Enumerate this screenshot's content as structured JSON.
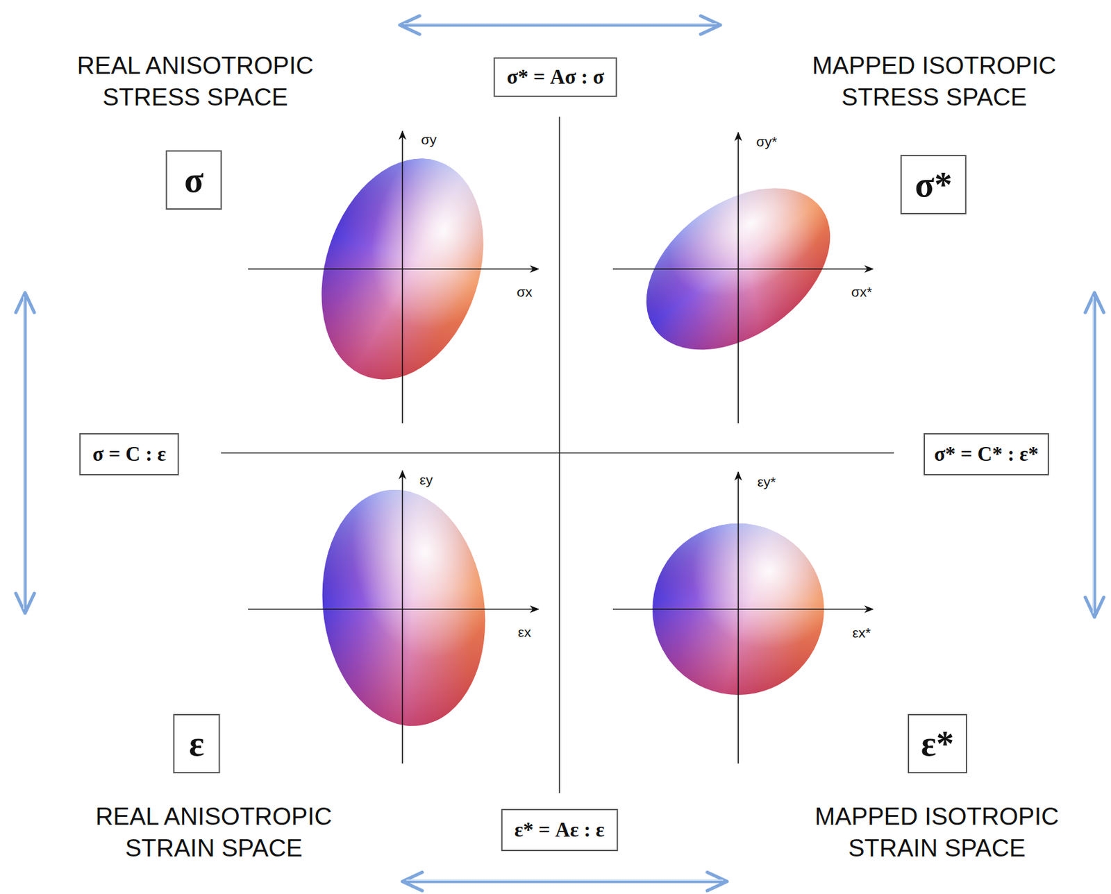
{
  "diagram": {
    "nodes": [
      {
        "text": [
          "σ* = Aσ : σ"
        ]
      },
      {
        "text": [
          "σ"
        ]
      },
      {
        "text": [
          "σ*"
        ]
      },
      {
        "text": [
          "σ = C : ε"
        ]
      },
      {
        "text": [
          "σ* = C* : ε*"
        ]
      },
      {
        "text": [
          "ε"
        ]
      },
      {
        "text": [
          "ε*"
        ]
      },
      {
        "text": [
          "ε* = Aε : ε"
        ]
      }
    ],
    "labels": [
      "REAL ANISOTROPIC STRESS SPACE",
      "MAPPED ISOTROPIC STRESS SPACE",
      "σy",
      "σx",
      "σy*",
      "σx*",
      "εy",
      "εx",
      "εy*",
      "εx*",
      "REAL ANISOTROPIC STRAIN SPACE",
      "MAPPED ISOTROPIC STRAIN SPACE"
    ]
  }
}
